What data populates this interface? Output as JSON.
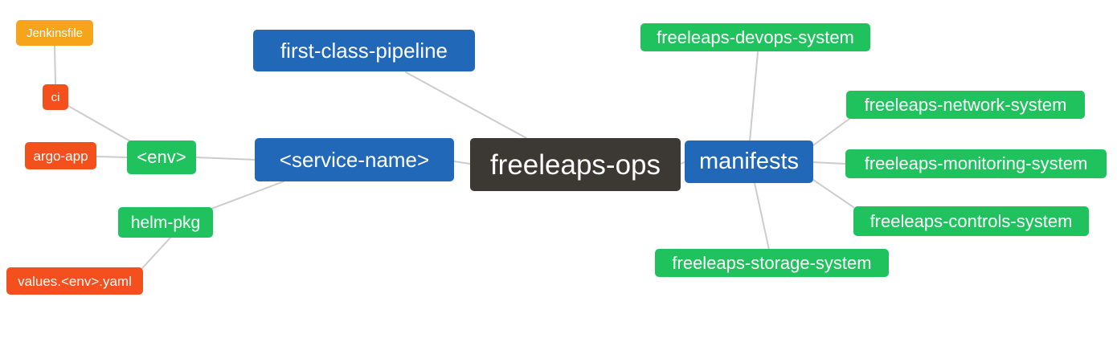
{
  "diagram": {
    "type": "mindmap",
    "root": "freeleaps-ops",
    "palette": {
      "blue": "#2268b8",
      "green": "#20c25e",
      "orange": "#f6a41c",
      "red_orange": "#f4501e",
      "dark": "#3c3834",
      "edge": "#cccccc",
      "text": "#ffffff",
      "background": "#ffffff"
    },
    "nodes": {
      "jenkinsfile": {
        "label": "Jenkinsfile",
        "color": "orange"
      },
      "ci": {
        "label": "ci",
        "color": "red_orange"
      },
      "argo_app": {
        "label": "argo-app",
        "color": "red_orange"
      },
      "env": {
        "label": "<env>",
        "color": "green"
      },
      "helm_pkg": {
        "label": "helm-pkg",
        "color": "green"
      },
      "values_env_yaml": {
        "label": "values.<env>.yaml",
        "color": "red_orange"
      },
      "first_class_pipeline": {
        "label": "first-class-pipeline",
        "color": "blue"
      },
      "service_name": {
        "label": "<service-name>",
        "color": "blue"
      },
      "freeleaps_ops": {
        "label": "freeleaps-ops",
        "color": "dark"
      },
      "manifests": {
        "label": "manifests",
        "color": "blue"
      },
      "devops_system": {
        "label": "freeleaps-devops-system",
        "color": "green"
      },
      "network_system": {
        "label": "freeleaps-network-system",
        "color": "green"
      },
      "monitoring_system": {
        "label": "freeleaps-monitoring-system",
        "color": "green"
      },
      "controls_system": {
        "label": "freeleaps-controls-system",
        "color": "green"
      },
      "storage_system": {
        "label": "freeleaps-storage-system",
        "color": "green"
      }
    },
    "edges": [
      {
        "from": "jenkinsfile",
        "to": "ci"
      },
      {
        "from": "ci",
        "to": "env"
      },
      {
        "from": "argo_app",
        "to": "env"
      },
      {
        "from": "env",
        "to": "service_name"
      },
      {
        "from": "helm_pkg",
        "to": "service_name"
      },
      {
        "from": "values_env_yaml",
        "to": "helm_pkg"
      },
      {
        "from": "first_class_pipeline",
        "to": "freeleaps_ops"
      },
      {
        "from": "service_name",
        "to": "freeleaps_ops"
      },
      {
        "from": "freeleaps_ops",
        "to": "manifests"
      },
      {
        "from": "manifests",
        "to": "devops_system"
      },
      {
        "from": "manifests",
        "to": "network_system"
      },
      {
        "from": "manifests",
        "to": "monitoring_system"
      },
      {
        "from": "manifests",
        "to": "controls_system"
      },
      {
        "from": "manifests",
        "to": "storage_system"
      }
    ]
  }
}
